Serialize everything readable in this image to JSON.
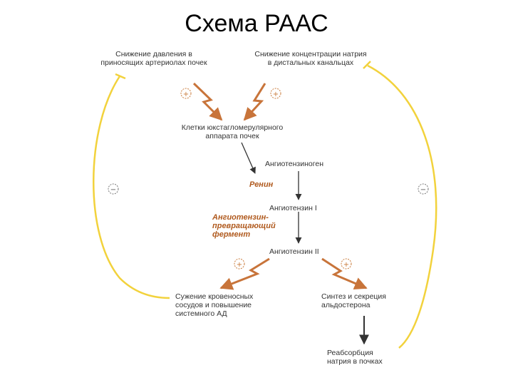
{
  "title": "Схема РААС",
  "nodes": {
    "pressure_drop": "Снижение давления в\nприносящих артериолах почек",
    "sodium_drop": "Снижение концентрации натрия\nв дистальных канальцах",
    "jga_cells": "Клетки юкстагломерулярного\nаппарата почек",
    "angiotensinogen": "Ангиотензиноген",
    "renin": "Ренин",
    "angiotensin1": "Ангиотензин I",
    "ace": "Ангиотензин-\nпревращающий\nфермент",
    "angiotensin2": "Ангиотензин II",
    "vasoconstriction": "Сужение кровеносных\nсосудов и повышение\nсистемного АД",
    "aldosterone": "Синтез и секреция\nальдостерона",
    "reabsorption": "Реабсорбция\nнатрия в почках"
  },
  "signs": {
    "plus": "+",
    "minus": "−"
  },
  "colors": {
    "activation_arrow": "#c8743a",
    "feedback_arc": "#f2d23c",
    "enzyme_text": "#b05a1e",
    "plain_arrow": "#333333"
  }
}
